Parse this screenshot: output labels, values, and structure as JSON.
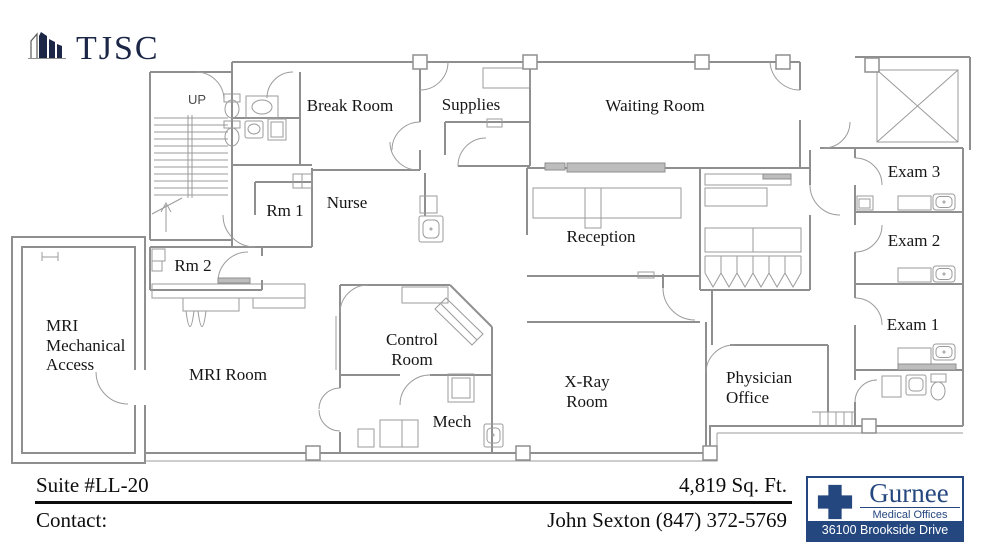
{
  "header": {
    "logo_text": "TJSC"
  },
  "floorplan": {
    "rooms": {
      "up": "UP",
      "break_room": "Break Room",
      "supplies": "Supplies",
      "waiting_room": "Waiting Room",
      "exam_3": "Exam 3",
      "rm_1": "Rm 1",
      "nurse": "Nurse",
      "reception": "Reception",
      "exam_2": "Exam 2",
      "rm_2": "Rm 2",
      "mri_mechanical_access": "MRI\nMechanical\nAccess",
      "exam_1": "Exam 1",
      "control_room": "Control\nRoom",
      "mri_room": "MRI Room",
      "x_ray_room": "X-Ray\nRoom",
      "physician_office": "Physician\nOffice",
      "mech": "Mech"
    }
  },
  "footer": {
    "suite_label": "Suite #LL-20",
    "area_label": "4,819 Sq. Ft.",
    "contact_label": "Contact:",
    "contact_value": "John Sexton (847) 372-5769"
  },
  "brand": {
    "name": "Gurnee",
    "tagline": "Medical Offices",
    "address": "36100 Brookside Drive"
  },
  "colors": {
    "wall_gray": "#8f8f8f",
    "tjsc_navy": "#1c2747",
    "gurnee_navy": "#25477f"
  }
}
